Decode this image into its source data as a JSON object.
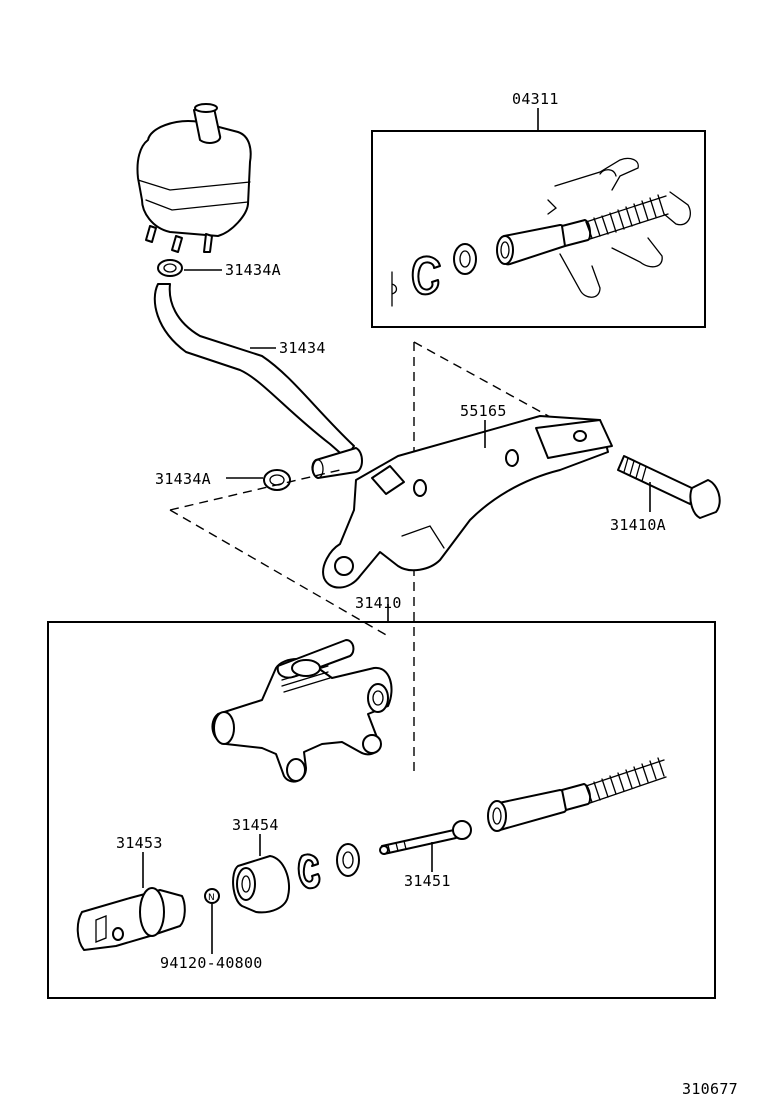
{
  "labels": {
    "kit_top": "04311",
    "hose_clip_upper": "31434A",
    "hose": "31434",
    "bracket": "55165",
    "hose_clip_lower": "31434A",
    "bolt": "31410A",
    "master_cylinder": "31410",
    "push_rod_clevis": "31453",
    "boot": "31454",
    "nut": "94120-40800",
    "push_rod": "31451",
    "diagram_id": "310677"
  }
}
